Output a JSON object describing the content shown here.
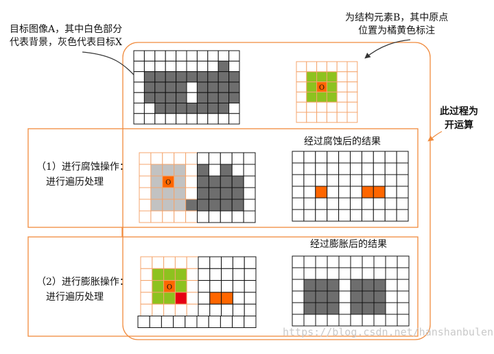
{
  "annotations": {
    "image_a": [
      "目标图像A，其中白色部分",
      "代表背景，灰色代表目标X"
    ],
    "element_b": [
      "为结构元素B，其中原点",
      "位置为橘黄色标注"
    ],
    "open_process": [
      "此过程为",
      "开运算"
    ]
  },
  "steps": {
    "erode": {
      "label": [
        "（1）进行腐蚀操作：",
        "进行遍历处理"
      ],
      "result_title": "经过腐蚀后的结果"
    },
    "dilate": {
      "label": [
        "（2）进行膨胀操作：",
        "进行遍历处理"
      ],
      "result_title": "经过膨胀后的结果"
    }
  },
  "origin_marker": "O",
  "watermark": "https://blog.csdn.net/hanshanbuleng",
  "colors": {
    "gray": "#6e6e6e",
    "light_gray": "#c2c2c2",
    "orange": "#ff6600",
    "orange_border": "#f4a46c",
    "green": "#8dc21f",
    "red": "#e60012"
  }
}
